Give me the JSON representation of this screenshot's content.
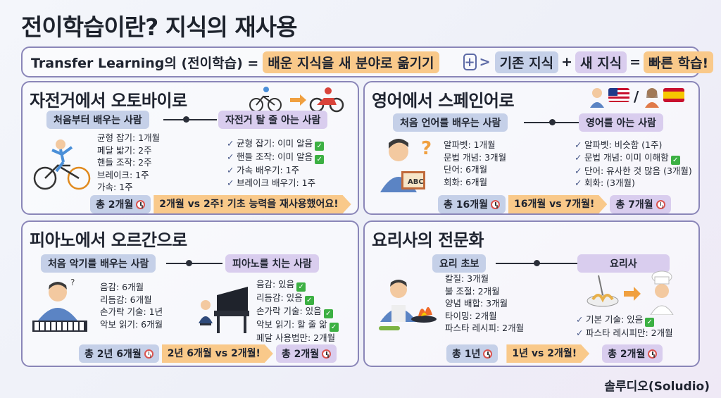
{
  "title": "전이학습이란? 지식의 재사용",
  "definition": {
    "term": "Transfer Learning의 (전이학습) =",
    "meaning": "배운 지식을 새 분야로 옮기기",
    "existing": "기존 지식",
    "plus": "+",
    "new_knowledge": "새 지식",
    "equals": "=",
    "result": "빠른 학습!"
  },
  "panels": {
    "bike": {
      "title": "자전거에서 오토바이로",
      "left_label": "처음부터 배우는 사람",
      "right_label": "자전거 탈 줄 아는 사람",
      "left_items": [
        "균형 잡기: 1개월",
        "페달 밟기: 2주",
        "핸들 조작: 2주",
        "브레이크: 1주",
        "가속: 1주"
      ],
      "right_items": [
        "균형 잡기: 이미 알음",
        "핸들 조작: 이미 알음",
        "가속 배우기: 1주",
        "브레이크 배우기: 1주"
      ],
      "right_checked": [
        true,
        true,
        false,
        false
      ],
      "left_total": "총 2개월",
      "comparison": "2개월 vs 2주! 기초 능력을 재사용했어요!"
    },
    "language": {
      "title": "영어에서 스페인어로",
      "left_label": "처음 언어를 배우는 사람",
      "right_label": "영어를 아는 사람",
      "left_items": [
        "알파벳: 1개월",
        "문법 개념: 3개월",
        "단어: 6개월",
        "회화: 6개월"
      ],
      "right_items": [
        "알파벳: 비슷함 (1주)",
        "문법 개념: 이미 이해함",
        "단어: 유사한 것 많음 (3개월)",
        "회화: (3개월)"
      ],
      "right_checked": [
        false,
        true,
        false,
        false
      ],
      "left_total": "총 16개월",
      "comparison": "16개월 vs 7개월!",
      "right_total": "총 7개월",
      "book_label": "ABC",
      "separator": "/"
    },
    "piano": {
      "title": "피아노에서 오르간으로",
      "left_label": "처음 악기를 배우는 사람",
      "right_label": "피아노를 치는 사람",
      "left_items": [
        "음감: 6개월",
        "리듬감: 6개월",
        "손가락 기술: 1년",
        "악보 읽기: 6개월"
      ],
      "right_items": [
        "음감: 있음",
        "리듬감: 있음",
        "손가락 기술: 있음",
        "악보 읽기: 할 줄 앎",
        "페달 사용법만: 2개월"
      ],
      "right_checked": [
        true,
        true,
        true,
        true,
        false
      ],
      "left_total": "총 2년 6개월",
      "comparison": "2년 6개월 vs 2개월!",
      "right_total": "총 2개월"
    },
    "chef": {
      "title": "요리사의 전문화",
      "left_label": "요리 초보",
      "right_label": "요리사",
      "left_items": [
        "칼질: 3개월",
        "불 조절: 2개월",
        "양념 배합: 3개월",
        "타이밍: 2개월",
        "파스타 레시피: 2개월"
      ],
      "right_items": [
        "기본 기술: 있음",
        "파스타 레시피만: 2개월"
      ],
      "right_checked": [
        true,
        false
      ],
      "left_total": "총 1년",
      "comparison": "1년 vs 2개월!",
      "right_total": "총 2개월"
    }
  },
  "footer": "솔루디오(Soludio)",
  "colors": {
    "orange": "#f9c98a",
    "blue_chip": "#c5d0e8",
    "purple_chip": "#d9cdee",
    "border": "#8a86b8"
  }
}
